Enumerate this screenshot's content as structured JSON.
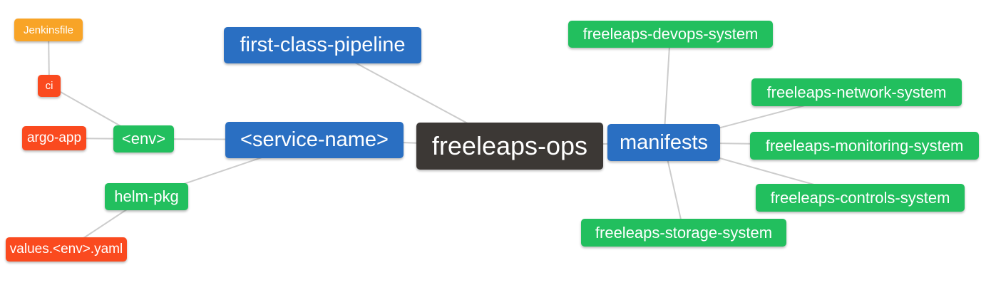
{
  "app": {
    "background": "#ffffff"
  },
  "palette": {
    "background": "#ffffff",
    "edge": "#cccccc",
    "text": "#ffffff",
    "blue": "#2a6fc2",
    "green": "#22bf5e",
    "red": "#fa4a1f",
    "orange": "#f8a427",
    "dark": "#3c3835"
  },
  "mindmap": {
    "root": {
      "id": "freeleaps-ops",
      "label": "freeleaps-ops",
      "color": "dark"
    },
    "nodes": [
      {
        "id": "jenkinsfile",
        "label": "Jenkinsfile",
        "color": "orange"
      },
      {
        "id": "ci",
        "label": "ci",
        "color": "red"
      },
      {
        "id": "argo-app",
        "label": "argo-app",
        "color": "red"
      },
      {
        "id": "env",
        "label": "<env>",
        "color": "green"
      },
      {
        "id": "helm-pkg",
        "label": "helm-pkg",
        "color": "green"
      },
      {
        "id": "values-env-yaml",
        "label": "values.<env>.yaml",
        "color": "red"
      },
      {
        "id": "first-class-pipeline",
        "label": "first-class-pipeline",
        "color": "blue"
      },
      {
        "id": "service-name",
        "label": "<service-name>",
        "color": "blue"
      },
      {
        "id": "freeleaps-ops",
        "label": "freeleaps-ops",
        "color": "dark"
      },
      {
        "id": "manifests",
        "label": "manifests",
        "color": "blue"
      },
      {
        "id": "freeleaps-devops-system",
        "label": "freeleaps-devops-system",
        "color": "green"
      },
      {
        "id": "freeleaps-network-system",
        "label": "freeleaps-network-system",
        "color": "green"
      },
      {
        "id": "freeleaps-monitoring-system",
        "label": "freeleaps-monitoring-system",
        "color": "green"
      },
      {
        "id": "freeleaps-controls-system",
        "label": "freeleaps-controls-system",
        "color": "green"
      },
      {
        "id": "freeleaps-storage-system",
        "label": "freeleaps-storage-system",
        "color": "green"
      }
    ],
    "edges": [
      [
        "jenkinsfile",
        "ci"
      ],
      [
        "ci",
        "env"
      ],
      [
        "argo-app",
        "env"
      ],
      [
        "env",
        "service-name"
      ],
      [
        "service-name",
        "helm-pkg"
      ],
      [
        "helm-pkg",
        "values-env-yaml"
      ],
      [
        "service-name",
        "freeleaps-ops"
      ],
      [
        "first-class-pipeline",
        "freeleaps-ops"
      ],
      [
        "freeleaps-ops",
        "manifests"
      ],
      [
        "manifests",
        "freeleaps-devops-system"
      ],
      [
        "manifests",
        "freeleaps-network-system"
      ],
      [
        "manifests",
        "freeleaps-monitoring-system"
      ],
      [
        "manifests",
        "freeleaps-controls-system"
      ],
      [
        "manifests",
        "freeleaps-storage-system"
      ]
    ]
  }
}
